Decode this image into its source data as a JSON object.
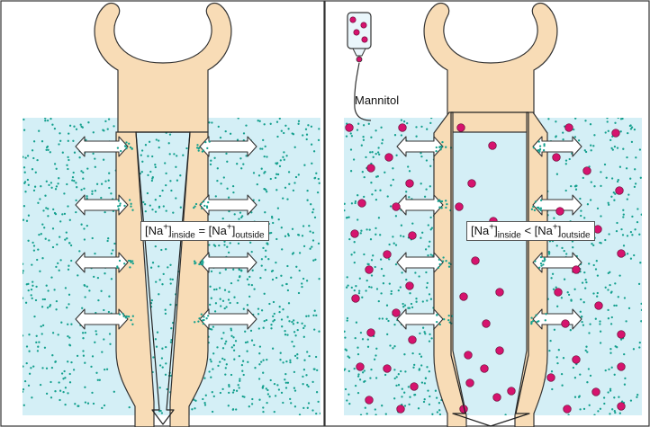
{
  "left_panel": {
    "equation": {
      "lhs_base": "[Na",
      "lhs_charge": "+",
      "lhs_close": "]",
      "lhs_sub": "inside",
      "operator": " = ",
      "rhs_base": "[Na",
      "rhs_charge": "+",
      "rhs_close": "]",
      "rhs_sub": "outside"
    }
  },
  "right_panel": {
    "reagent_label": "Mannitol",
    "equation": {
      "lhs_base": "[Na",
      "lhs_charge": "+",
      "lhs_close": "]",
      "lhs_sub": "inside",
      "operator": " < ",
      "rhs_base": "[Na",
      "rhs_charge": "+",
      "rhs_close": "]",
      "rhs_sub": "outside"
    }
  },
  "colors": {
    "fluid": "#d4eff6",
    "sodium_dot": "#14a08e",
    "mannitol_particle": "#d6136e",
    "tubule_wall": "#f8dcb6",
    "outline": "#333333"
  }
}
